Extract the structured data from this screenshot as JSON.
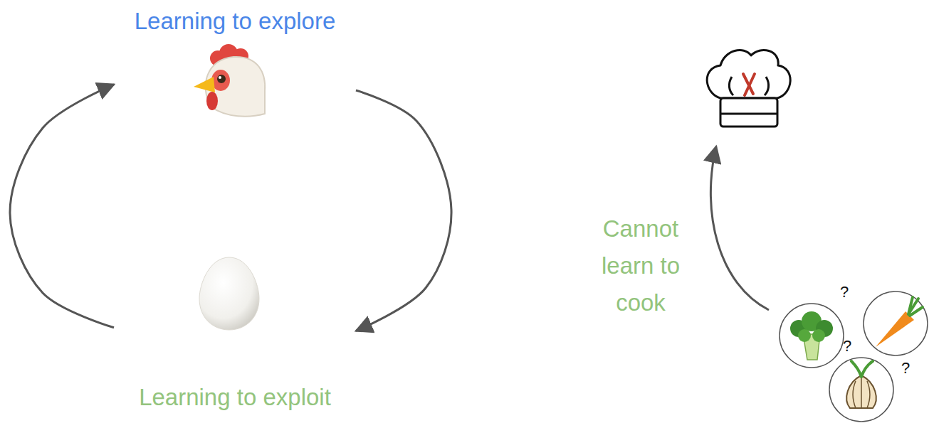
{
  "diagram": {
    "nodes": [
      {
        "text": [
          "Learning to explore"
        ]
      },
      {
        "text": [
          "Learning to exploit"
        ]
      }
    ],
    "edges": [
      {
        "from": 0,
        "to": 1,
        "arrow": "to"
      },
      {
        "from": 1,
        "to": 0,
        "arrow": "to"
      }
    ],
    "labels": [
      "Cannot learn to cook",
      "?",
      "?",
      "?"
    ]
  }
}
